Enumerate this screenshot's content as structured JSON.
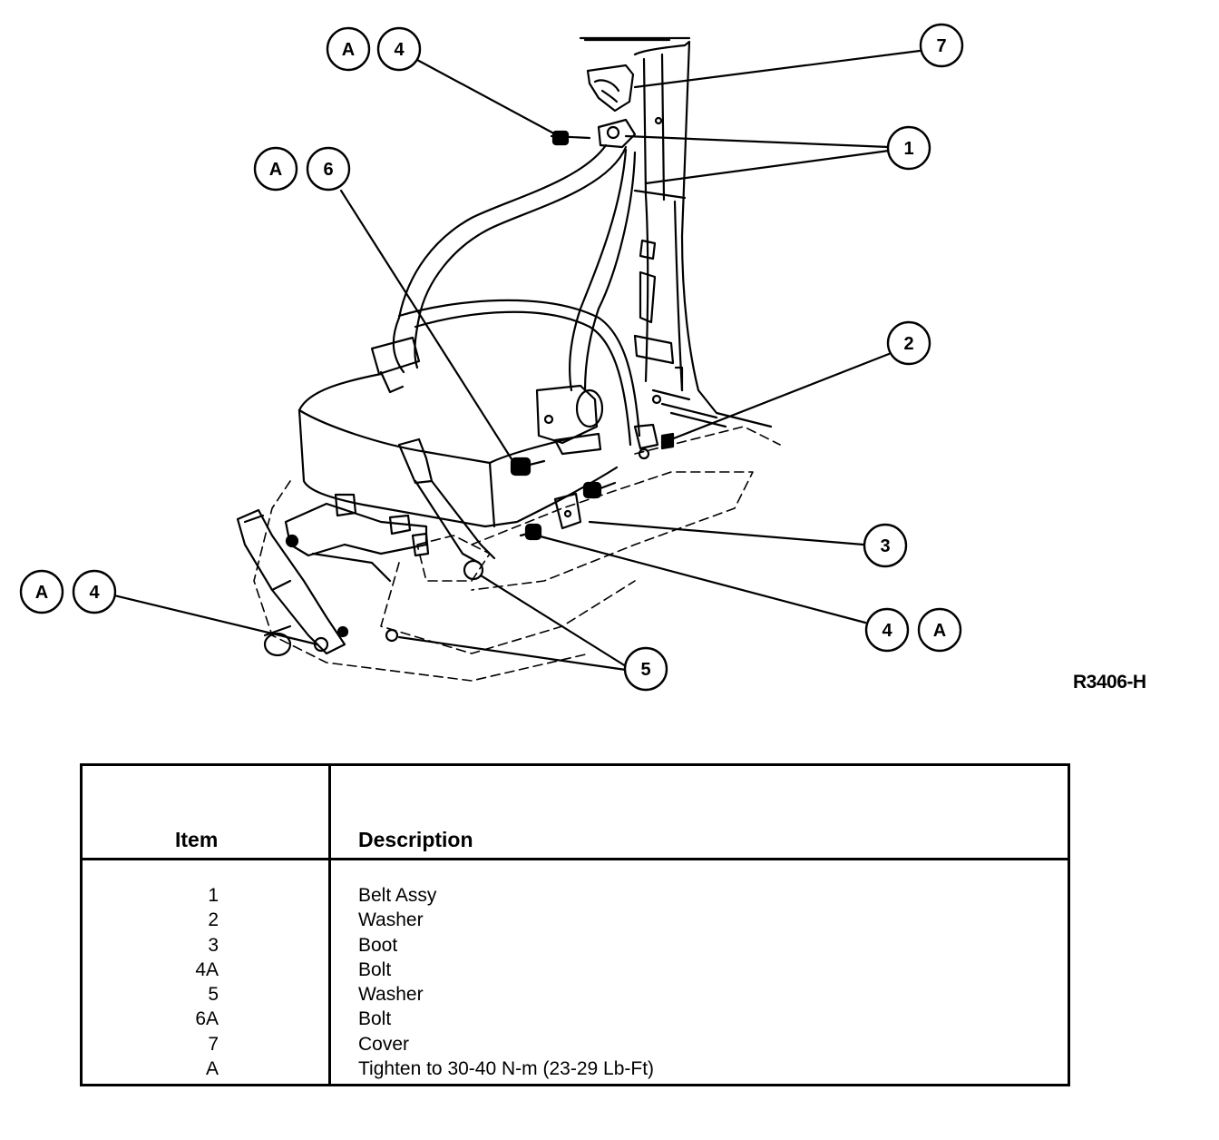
{
  "figure_code": "R3406-H",
  "callouts": [
    {
      "id": "c-A-top",
      "label": "A"
    },
    {
      "id": "c-4-top",
      "label": "4"
    },
    {
      "id": "c-7",
      "label": "7"
    },
    {
      "id": "c-1",
      "label": "1"
    },
    {
      "id": "c-A-mid",
      "label": "A"
    },
    {
      "id": "c-6",
      "label": "6"
    },
    {
      "id": "c-2",
      "label": "2"
    },
    {
      "id": "c-3",
      "label": "3"
    },
    {
      "id": "c-4-right",
      "label": "4"
    },
    {
      "id": "c-A-right",
      "label": "A"
    },
    {
      "id": "c-A-left",
      "label": "A"
    },
    {
      "id": "c-4-left",
      "label": "4"
    },
    {
      "id": "c-5",
      "label": "5"
    }
  ],
  "table": {
    "header_item": "Item",
    "header_description": "Description",
    "rows": [
      {
        "item": "1",
        "description": "Belt Assy"
      },
      {
        "item": "2",
        "description": "Washer"
      },
      {
        "item": "3",
        "description": "Boot"
      },
      {
        "item": "4A",
        "description": "Bolt"
      },
      {
        "item": "5",
        "description": "Washer"
      },
      {
        "item": "6A",
        "description": "Bolt"
      },
      {
        "item": "7",
        "description": "Cover"
      },
      {
        "item": "A",
        "description": "Tighten to 30-40 N-m (23-29 Lb-Ft)"
      }
    ]
  }
}
